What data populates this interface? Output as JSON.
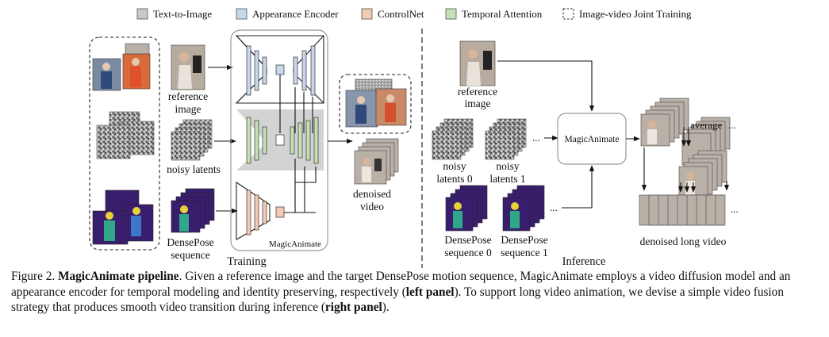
{
  "legend": {
    "t2i": "Text-to-Image",
    "appearance": "Appearance Encoder",
    "controlnet": "ControlNet",
    "temporal": "Temporal Attention",
    "joint": "Image-video Joint Training"
  },
  "colors": {
    "t2i": "#c8c8c8",
    "appearance": "#c6d7ec",
    "controlnet": "#f3cab3",
    "temporal": "#c5e0b4",
    "pose_bg": "#3a1e6e",
    "pose_fig": "#e6d33a"
  },
  "training": {
    "panel_label": "Training",
    "ref_label_1": "reference",
    "ref_label_2": "image",
    "noisy_label": "noisy latents",
    "dense_label_1": "DensePose",
    "dense_label_2": "sequence",
    "model_label": "MagicAnimate",
    "output_label_1": "denoised",
    "output_label_2": "video"
  },
  "inference": {
    "panel_label": "Inference",
    "ref_label_1": "reference",
    "ref_label_2": "image",
    "model_label": "MagicAnimate",
    "noisy0_1": "noisy",
    "noisy0_2": "latents 0",
    "noisy1_1": "noisy",
    "noisy1_2": "latents 1",
    "dense0_1": "DensePose",
    "dense0_2": "sequence 0",
    "dense1_1": "DensePose",
    "dense1_2": "sequence 1",
    "average_label": "average",
    "output_label": "denoised long video",
    "ellipsis": "..."
  },
  "caption": {
    "prefix": "Figure 2. ",
    "title": "MagicAnimate pipeline",
    "part1": ". Given a reference image and the target DensePose motion sequence, MagicAnimate employs a video diffusion model and an appearance encoder for temporal modeling and identity preserving, respectively (",
    "left_panel": "left panel",
    "part2": "). To support long video animation, we devise a simple video fusion strategy that produces smooth video transition during inference (",
    "right_panel": "right panel",
    "part3": ")."
  }
}
